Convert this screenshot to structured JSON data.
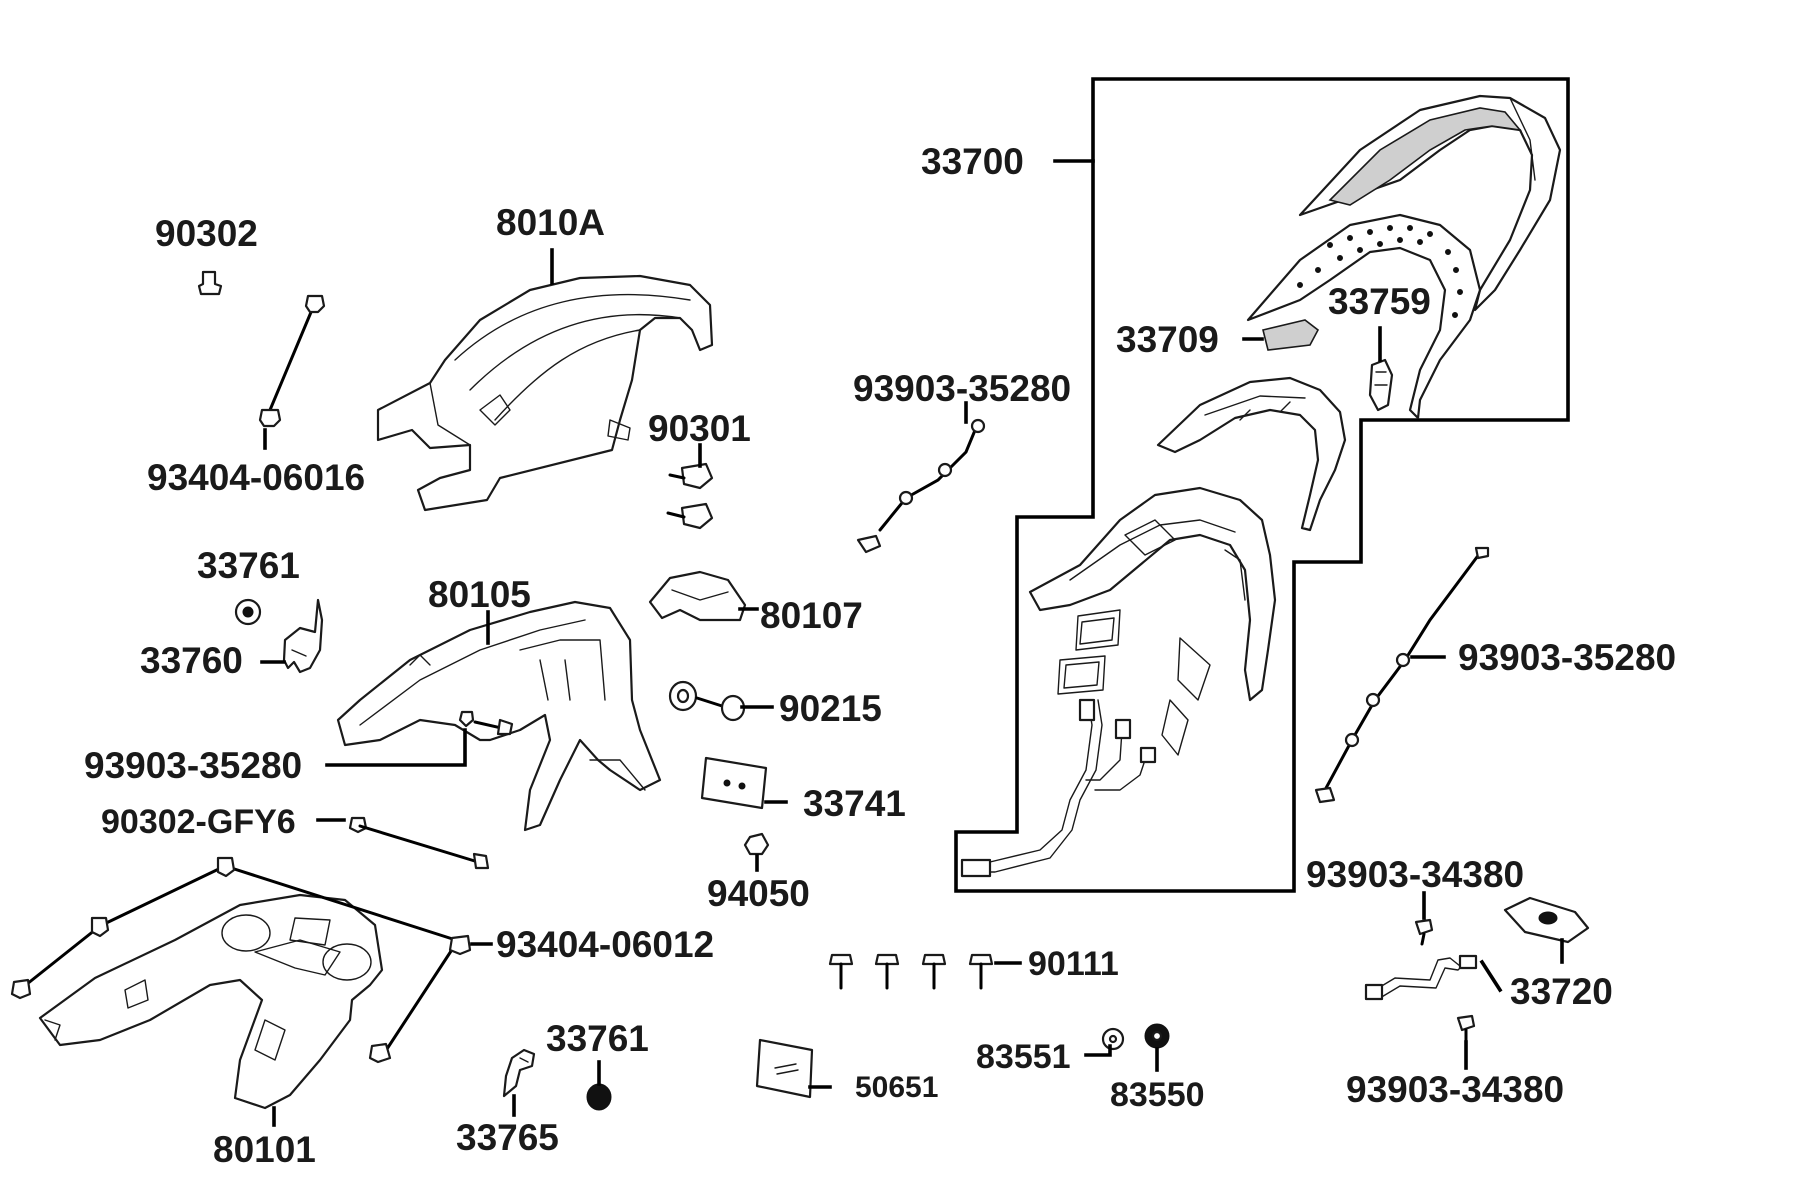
{
  "diagram": {
    "labels": {
      "p90302": "90302",
      "p8010A": "8010A",
      "p93404_06016": "93404-06016",
      "p90301": "90301",
      "p33761_top": "33761",
      "p80105": "80105",
      "p33760": "33760",
      "p80107": "80107",
      "p90215": "90215",
      "p93903_35280_left": "93903-35280",
      "p33741": "33741",
      "p90302_GFY6": "90302-GFY6",
      "p94050": "94050",
      "p93404_06012": "93404-06012",
      "p80101": "80101",
      "p33761_bottom": "33761",
      "p33765": "33765",
      "p50651": "50651",
      "p90111": "90111",
      "p83551": "83551",
      "p83550": "83550",
      "p33700": "33700",
      "p33709": "33709",
      "p33759": "33759",
      "p93903_35280_mid": "93903-35280",
      "p93903_35280_right": "93903-35280",
      "p93903_34380_top": "93903-34380",
      "p33720": "33720",
      "p93903_34380_bottom": "93903-34380"
    }
  }
}
